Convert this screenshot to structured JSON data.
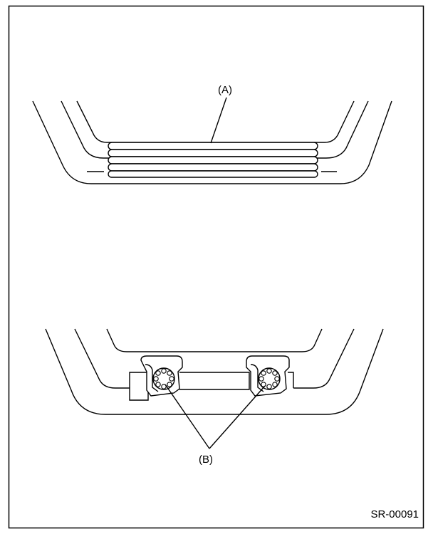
{
  "labels": {
    "a": "(A)",
    "b": "(B)"
  },
  "figure_id": "SR-00091",
  "colors": {
    "line": "#000000",
    "background": "#ffffff"
  }
}
